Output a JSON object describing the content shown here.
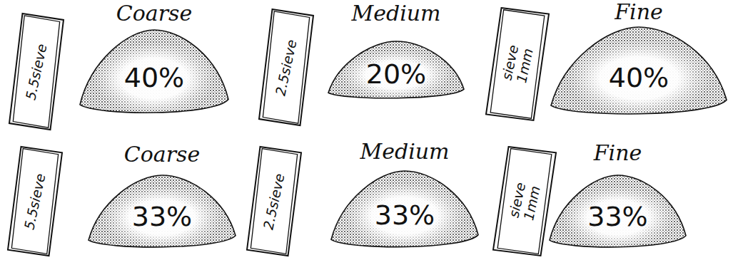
{
  "diagram": {
    "nodes": [
      {
        "text": [
          "5.5sieve"
        ]
      },
      {
        "text": [
          "Coarse",
          "40%"
        ]
      },
      {
        "text": [
          "2.5sieve"
        ]
      },
      {
        "text": [
          "Medium",
          "20%"
        ]
      },
      {
        "text": [
          "sieve 1mm"
        ]
      },
      {
        "text": [
          "Fine",
          "40%"
        ]
      },
      {
        "text": [
          "5.5sieve"
        ]
      },
      {
        "text": [
          "Coarse",
          "33%"
        ]
      },
      {
        "text": [
          "2.5sieve"
        ]
      },
      {
        "text": [
          "Medium",
          "33%"
        ]
      },
      {
        "text": [
          "sieve 1mm"
        ]
      },
      {
        "text": [
          "Fine",
          "33%"
        ]
      }
    ]
  }
}
